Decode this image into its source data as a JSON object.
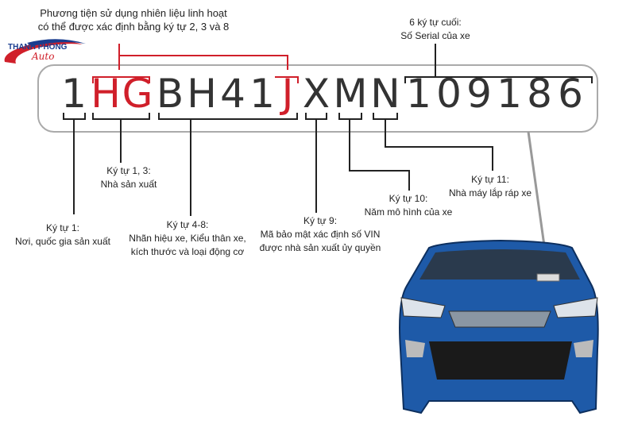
{
  "logo": {
    "text": "THANH PHONG",
    "script": "Auto",
    "colors": [
      "#1a3d8f",
      "#d01f2a"
    ]
  },
  "vin": {
    "characters": [
      "1",
      "H",
      "G",
      "B",
      "H",
      "4",
      "1",
      "J",
      "X",
      "M",
      "N",
      "1",
      "0",
      "9",
      "1",
      "8",
      "6"
    ],
    "highlight_color": "#d01f2a",
    "highlight_indices": [
      1,
      2,
      7
    ]
  },
  "labels": {
    "flex_fuel": [
      "Phương tiện sử dụng nhiên liệu linh hoạt",
      "có thể được xác định bằng ký tự 2, 3 và 8"
    ],
    "serial": [
      "6 ký tự cuối:",
      "Số Serial của xe"
    ],
    "char1": [
      "Ký tự 1:",
      "Nơi, quốc gia sản xuất"
    ],
    "char13": [
      "Ký tự 1, 3:",
      "Nhà sản xuất"
    ],
    "char48": [
      "Ký tự 4-8:",
      "Nhãn hiệu xe, Kiểu thân xe,",
      "kích thước và loại động cơ"
    ],
    "char9": [
      "Ký tự 9:",
      "Mã bảo mật xác định số VIN",
      "được nhà sản xuất ủy quyền"
    ],
    "char10": [
      "Ký tự 10:",
      "Năm mô hình của xe"
    ],
    "char11": [
      "Ký tự 11:",
      "Nhà máy lắp ráp xe"
    ]
  },
  "car": {
    "color": "#1e5aa8"
  }
}
